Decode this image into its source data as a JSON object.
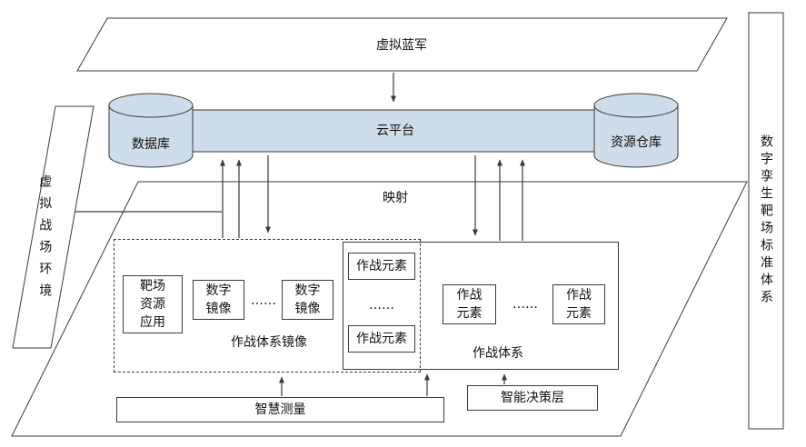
{
  "colors": {
    "fill": "#cfdce9",
    "line": "#3a3a3a"
  },
  "panels": {
    "virtual_blue_army": "虚拟蓝军",
    "virtual_battlefield_env": "虚拟战场环境",
    "standard_system": "数字孪生靶场标准体系",
    "mapping": "映射"
  },
  "cloud": {
    "platform": "云平台",
    "database": "数据库",
    "resource_repo": "资源仓库"
  },
  "mirror_group": {
    "range_resource_app": "靶场资源应用",
    "digital_mirror_a": "数字镜像",
    "dots": "……",
    "digital_mirror_b": "数字镜像",
    "caption": "作战体系镜像"
  },
  "combat_group": {
    "element_a": "作战元素",
    "dots_a": "……",
    "element_b": "作战元素",
    "element_c": "作战元素",
    "dots_b": "……",
    "element_d": "作战元素",
    "caption": "作战体系"
  },
  "bottom_bar": {
    "smart_measure": "智慧测量",
    "decision_layer": "智能决策层"
  }
}
